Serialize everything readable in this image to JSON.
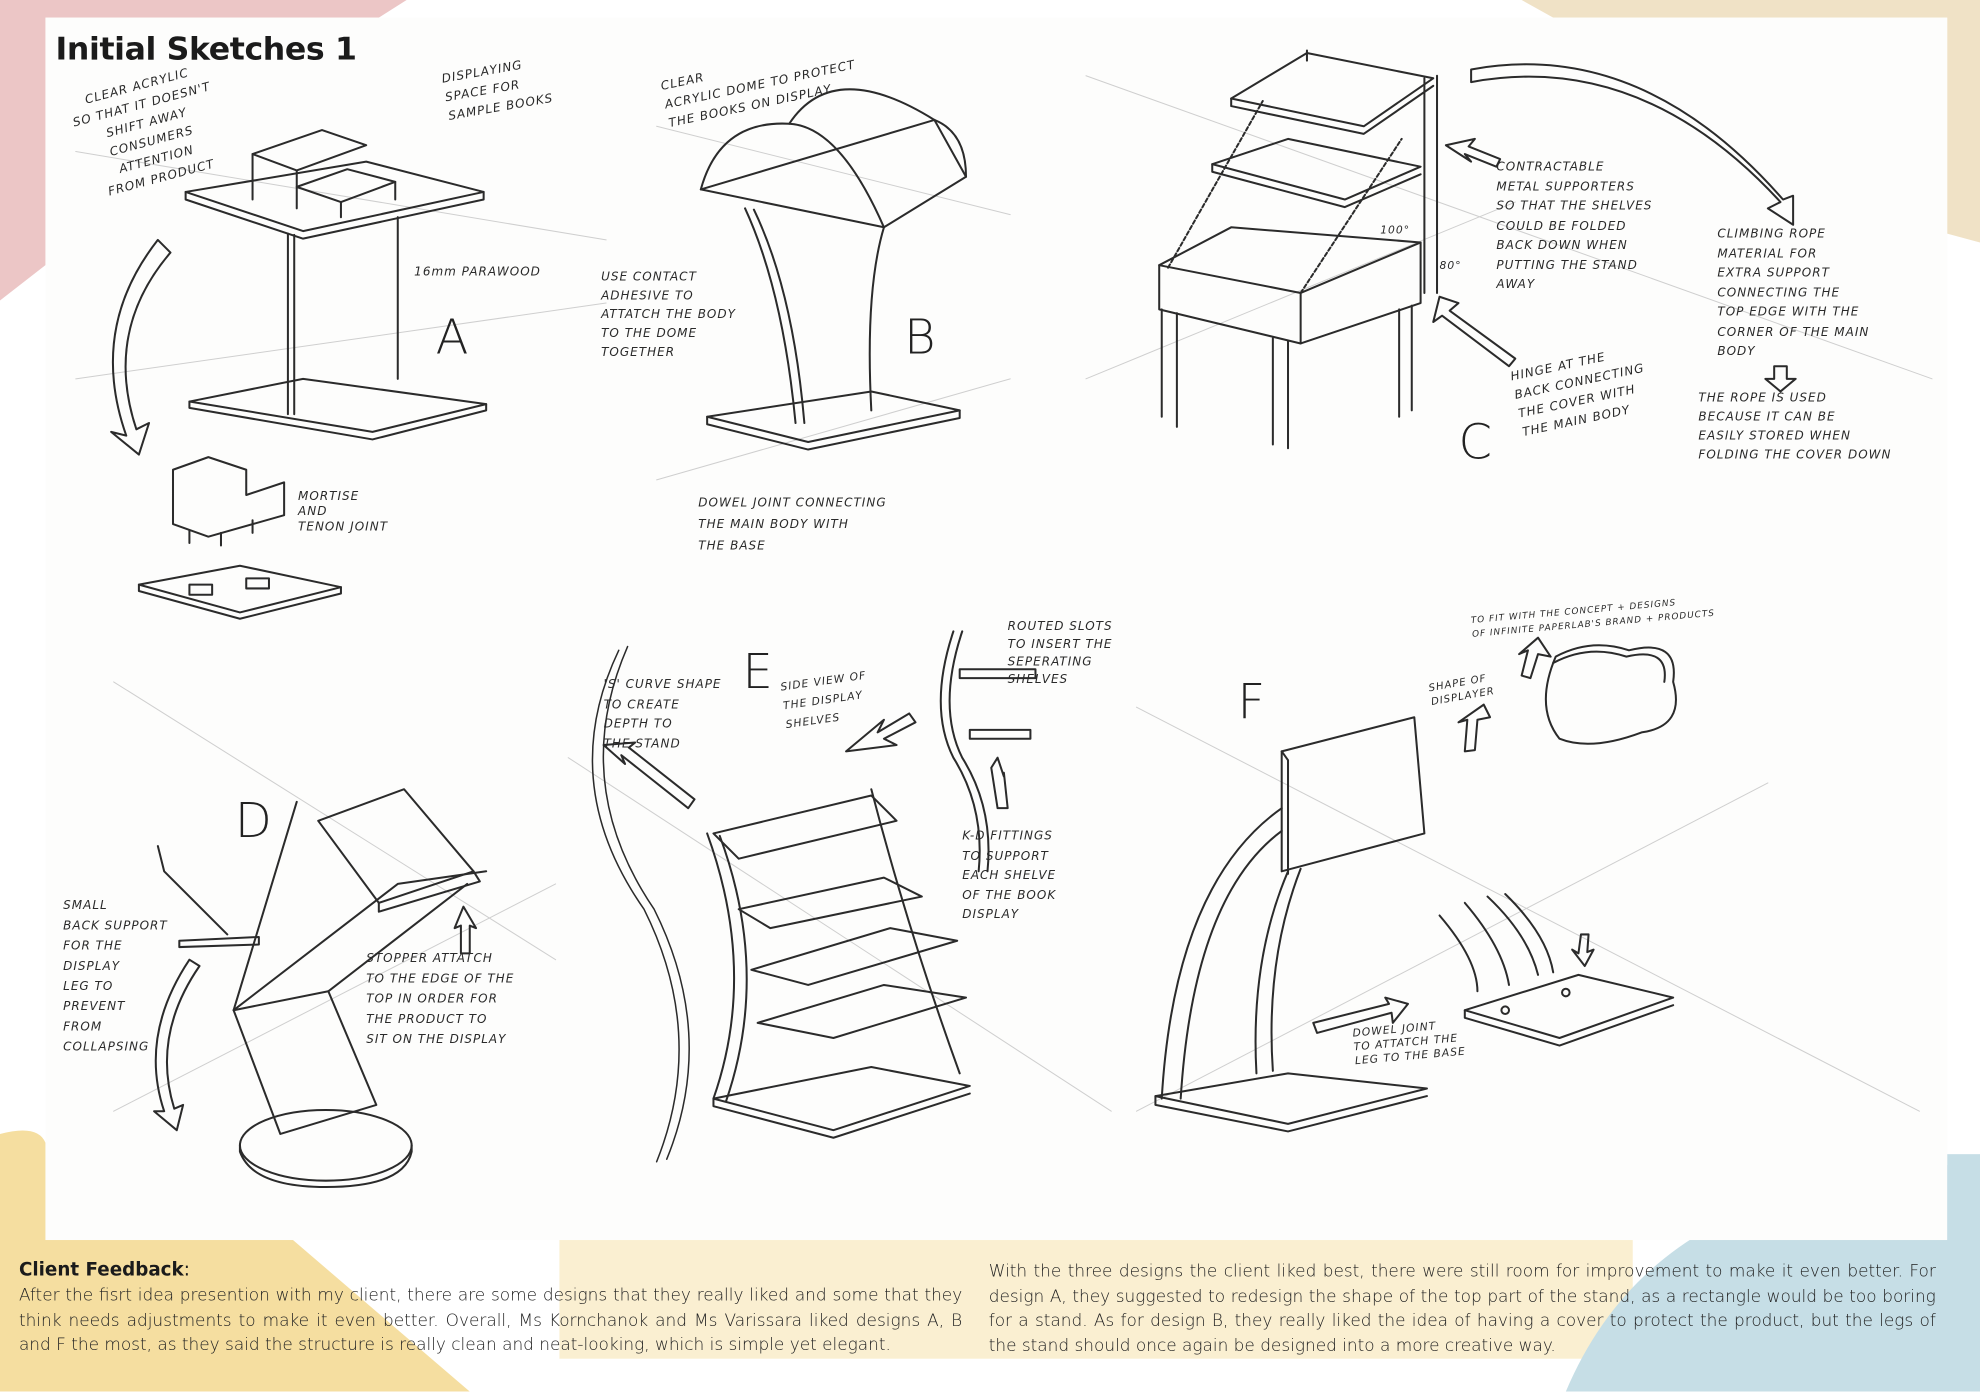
{
  "page": {
    "title": "Initial Sketches 1",
    "colors": {
      "pink": "#ecc6c6",
      "tan": "#f0e2c6",
      "yellow": "#f5dea0",
      "light_yellow": "#faefd1",
      "blue": "#c6dee6"
    }
  },
  "designs": [
    {
      "letter": "A",
      "notes": [
        "CLEAR ACRYLIC\nSO THAT IT DOESN'T\nSHIFT AWAY\nCONSUMERS\nATTENTION\nFROM PRODUCT",
        "DISPLAYING\nSPACE FOR\nSAMPLE BOOKS",
        "16mm PARAWOOD",
        "MORTISE\nAND\nTENON JOINT"
      ]
    },
    {
      "letter": "B",
      "notes": [
        "CLEAR\nACRYLIC DOME TO PROTECT\nTHE BOOKS ON DISPLAY",
        "USE CONTACT\nADHESIVE TO\nATTATCH THE BODY\nTO THE DOME\nTOGETHER",
        "DOWEL JOINT CONNECTING\nTHE MAIN BODY WITH\nTHE BASE"
      ]
    },
    {
      "letter": "C",
      "notes": [
        "CONTRACTABLE\nMETAL SUPPORTERS\nSO THAT THE SHELVES\nCOULD BE FOLDED\nBACK DOWN WHEN\nPUTTING THE STAND\nAWAY",
        "100°",
        "80°",
        "HINGE AT THE\nBACK CONNECTING\nTHE COVER WITH\nTHE MAIN BODY",
        "CLIMBING ROPE\nMATERIAL FOR\nEXTRA SUPPORT\nCONNECTING THE\nTOP EDGE WITH THE\nCORNER OF THE MAIN\nBODY",
        "THE ROPE IS USED\nBECAUSE IT CAN BE\nEASILY STORED WHEN\nFOLDING THE COVER DOWN"
      ]
    },
    {
      "letter": "D",
      "notes": [
        "SMALL\nBACK SUPPORT\nFOR THE\nDISPLAY\nLEG TO\nPREVENT\nFROM\nCOLLAPSING",
        "STOPPER ATTATCH\nTO THE EDGE OF THE\nTOP IN ORDER FOR\nTHE PRODUCT TO\nSIT ON THE DISPLAY"
      ]
    },
    {
      "letter": "E",
      "notes": [
        "'S' CURVE SHAPE\nTO CREATE\nDEPTH TO\nTHE STAND",
        "SIDE VIEW OF\nTHE DISPLAY\nSHELVES",
        "ROUTED SLOTS\nTO INSERT THE\nSEPERATING\nSHELVES",
        "K-D FITTINGS\nTO SUPPORT\nEACH SHELVE\nOF THE BOOK\nDISPLAY"
      ]
    },
    {
      "letter": "F",
      "notes": [
        "TO FIT WITH THE CONCEPT + DESIGNS\nOF INFINITE PAPERLAB'S BRAND + PRODUCTS",
        "SHAPE OF\nDISPLAYER",
        "DOWEL JOINT\nTO ATTATCH THE\nLEG TO THE BASE"
      ]
    }
  ],
  "feedback": {
    "heading": "Client Feedback",
    "heading_suffix": ":",
    "left_paragraph": "After the fisrt idea presention with my client, there are some designs that they really liked and some that they think needs adjustments to make it even better. Overall, Ms Kornchanok and Ms Varissara liked designs A, B and F the most, as they said the structure is really clean and neat-looking, which is simple yet elegant.",
    "right_paragraph": "With the three designs the client liked best, there were still room for improvement to make it even better. For design A, they suggested to redesign the shape of the top part of the stand, as a rectangle would be too boring for a stand. As for design B, they really liked the idea of having a cover to protect the product, but the legs of the stand should once again be designed into a more creative way."
  }
}
